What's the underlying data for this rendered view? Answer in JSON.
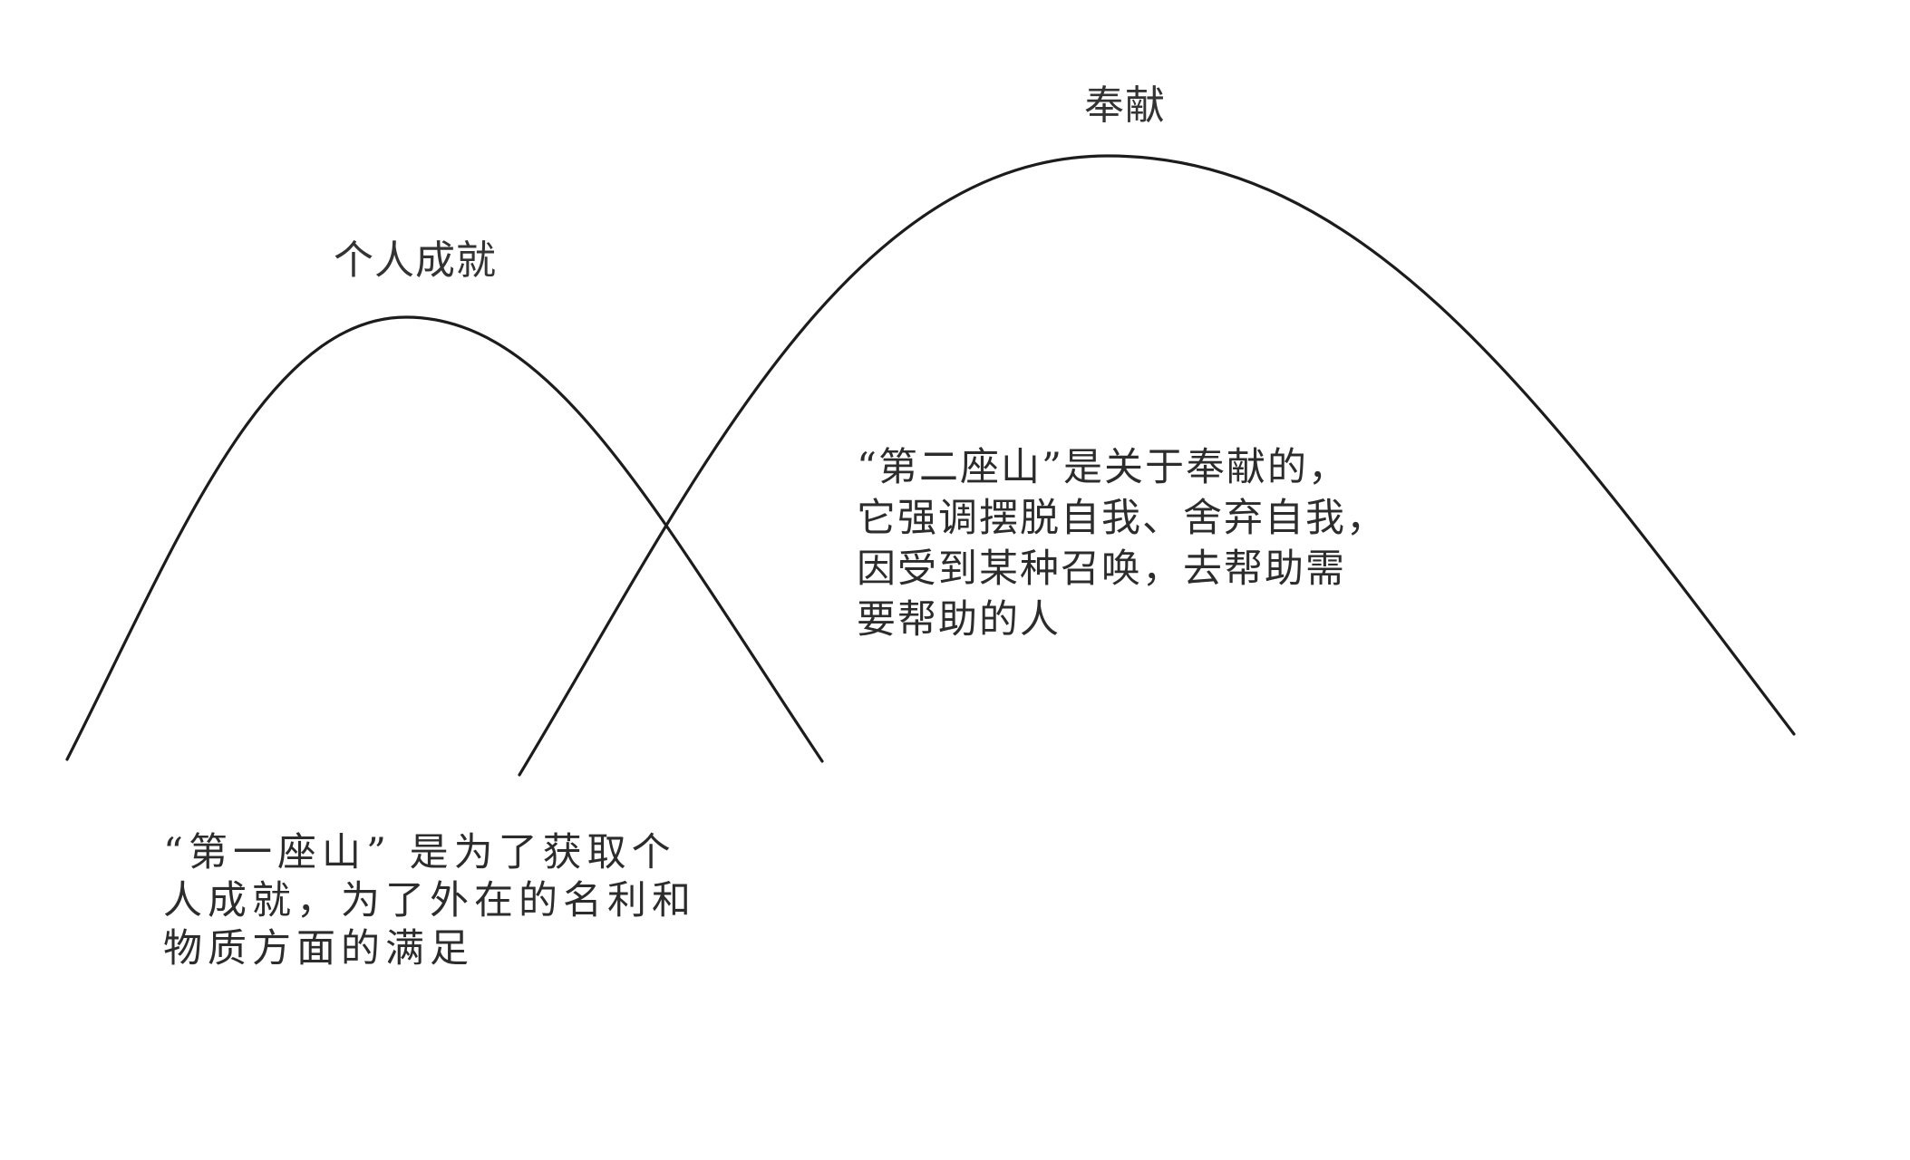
{
  "diagram": {
    "type": "two-mountain concept diagram",
    "mountains": [
      {
        "id": "first",
        "peak_label": "个人成就",
        "description_lines": [
          "“第一座山” 是为了获取个",
          "人成就，为了外在的名利和",
          "物质方面的满足"
        ]
      },
      {
        "id": "second",
        "peak_label": "奉献",
        "description_lines": [
          "“第二座山”是关于奉献的，",
          "它强调摆脱自我、舍弃自我，",
          "因受到某种召唤，去帮助需",
          "要帮助的人"
        ]
      }
    ],
    "colors": {
      "background": "#ffffff",
      "curve_stroke": "#1c1c1c",
      "text": "#2c2c2c"
    }
  }
}
